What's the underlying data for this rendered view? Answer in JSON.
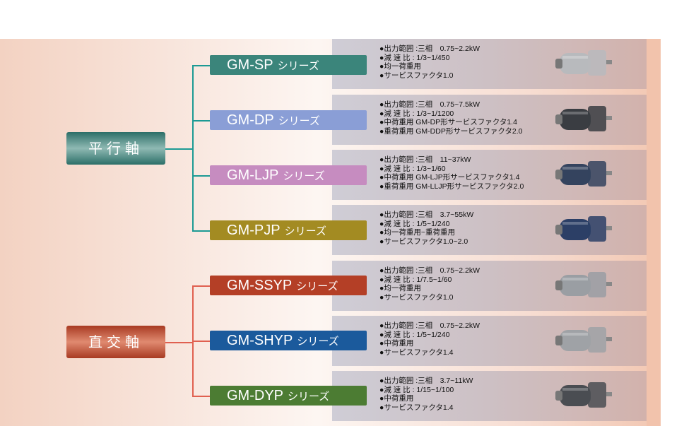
{
  "categories": [
    {
      "label": "平行軸",
      "color": "#2f7a72"
    },
    {
      "label": "直交軸",
      "color": "#b8442c"
    }
  ],
  "series": [
    {
      "name": "GM-SP",
      "suffix": "シリーズ",
      "color": "#3b857b",
      "specs": [
        "●出力範囲 :三相　0.75~2.2kW",
        "●減 速 比 : 1/3~1/450",
        "●均一荷重用",
        "●サービスファクタ1.0"
      ]
    },
    {
      "name": "GM-DP",
      "suffix": "シリーズ",
      "color": "#8a9ed6",
      "specs": [
        "●出力範囲 :三相　0.75~7.5kW",
        "●減 速 比 : 1/3~1/1200",
        "●中荷重用 GM-DP形サービスファクタ1.4",
        "●重荷重用 GM-DDP形サービスファクタ2.0"
      ]
    },
    {
      "name": "GM-LJP",
      "suffix": "シリーズ",
      "color": "#c68cc0",
      "specs": [
        "●出力範囲 :三相　11~37kW",
        "●減 速 比 : 1/3~1/60",
        "●中荷重用 GM-LJP形サービスファクタ1.4",
        "●重荷重用 GM-LLJP形サービスファクタ2.0"
      ]
    },
    {
      "name": "GM-PJP",
      "suffix": "シリーズ",
      "color": "#a38b22",
      "specs": [
        "●出力範囲 :三相　3.7~55kW",
        "●減 速 比 : 1/5~1/240",
        "●均一荷重用~重荷重用",
        "●サービスファクタ1.0~2.0"
      ]
    },
    {
      "name": "GM-SSYP",
      "suffix": "シリーズ",
      "color": "#b43f26",
      "specs": [
        "●出力範囲 :三相　0.75~2.2kW",
        "●減 速 比 : 1/7.5~1/60",
        "●均一荷重用",
        "●サービスファクタ1.0"
      ]
    },
    {
      "name": "GM-SHYP",
      "suffix": "シリーズ",
      "color": "#1b5a9c",
      "specs": [
        "●出力範囲 :三相　0.75~2.2kW",
        "●減 速 比 : 1/5~1/240",
        "●中荷重用",
        "●サービスファクタ1.4"
      ]
    },
    {
      "name": "GM-DYP",
      "suffix": "シリーズ",
      "color": "#4c7c33",
      "specs": [
        "●出力範囲 :三相　3.7~11kW",
        "●減 速 比 : 1/15~1/100",
        "●中荷重用",
        "●サービスファクタ1.4"
      ]
    }
  ],
  "motor_colors": [
    "#b8babd",
    "#3a3d42",
    "#34435e",
    "#2c3f66",
    "#9a9ea3",
    "#9fa2a6",
    "#4a4d52"
  ]
}
